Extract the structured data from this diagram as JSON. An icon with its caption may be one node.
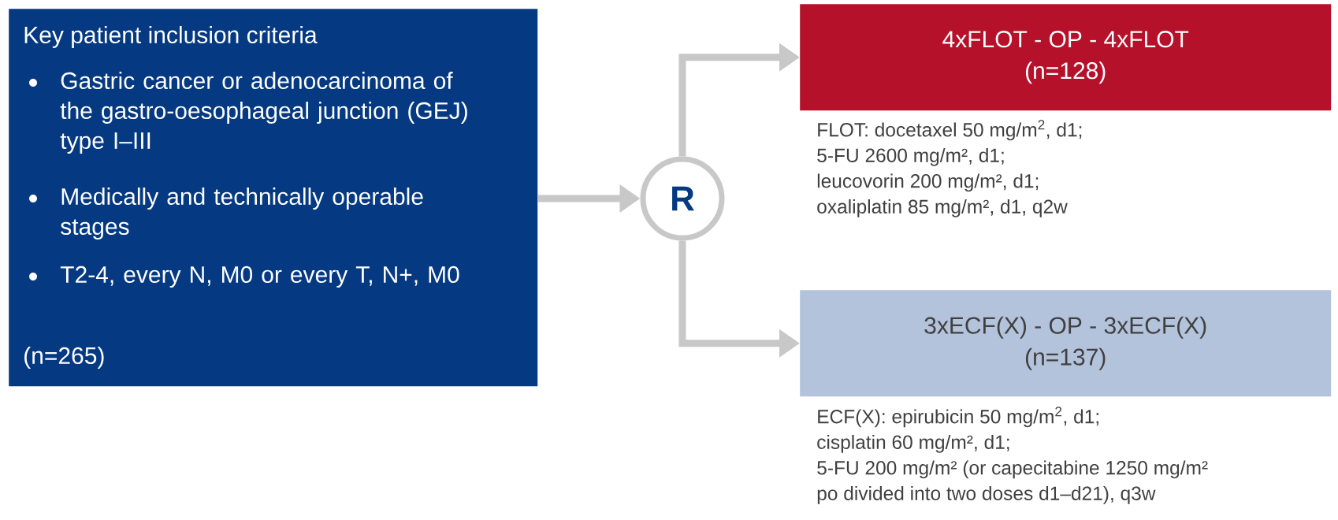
{
  "diagram": {
    "nodes": [
      {
        "text": [
          "Key patient inclusion criteria",
          "Gastric cancer or adenocarcinoma of the gastro-oesophageal junction (GEJ) type I–III",
          "Medically and technically operable stages",
          "T2-4, every N, M0 or every T, N+, M0",
          "(n=265)"
        ]
      },
      {
        "text": [
          "R"
        ]
      },
      {
        "text": [
          "4xFLOT - OP - 4xFLOT",
          "(n=128)"
        ],
        "beside": [
          "FLOT: docetaxel 50 mg/m$^{2}$, d1;",
          "5-FU 2600 mg/m², d1;",
          "leucovorin 200 mg/m², d1;",
          "oxaliplatin 85 mg/m², d1, q2w"
        ]
      },
      {
        "text": [
          "3xECF(X) - OP - 3xECF(X)",
          "(n=137)"
        ],
        "beside": [
          "ECF(X): epirubicin 50 mg/m$^{2}$, d1;",
          "cisplatin 60 mg/m², d1;",
          "5-FU 200 mg/m² (or capecitabine 1250 mg/m²",
          "po divided into two doses d1–d21), q3w"
        ]
      }
    ],
    "edges": [
      {
        "from": 0,
        "to": 1,
        "arrow": "to"
      },
      {
        "from": 1,
        "to": 2,
        "arrow": "to"
      },
      {
        "from": 1,
        "to": 3,
        "arrow": "to"
      }
    ]
  }
}
